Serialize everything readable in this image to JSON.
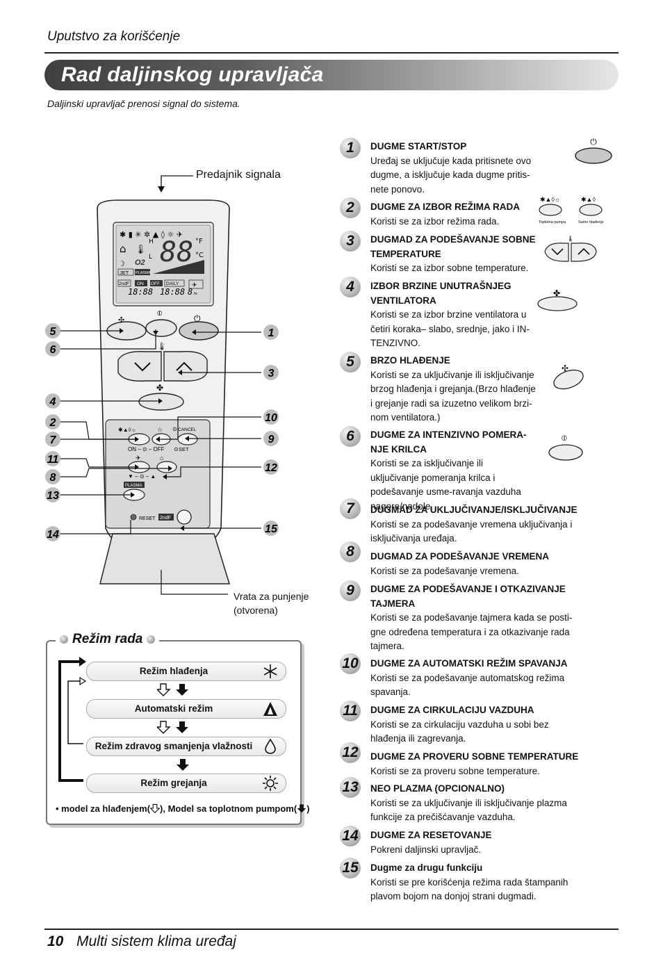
{
  "header": {
    "manual_title": "Uputstvo za korišćenje"
  },
  "title": "Rad daljinskog upravljača",
  "intro": "Daljinski upravljač prenosi signal do sistema.",
  "remote": {
    "transmitter_label": "Predajnik signala",
    "door_label_line1": "Vrata za punjenje",
    "door_label_line2": "(otvorena)",
    "callouts_left": [
      "5",
      "6",
      "4",
      "2",
      "7",
      "11",
      "8",
      "13",
      "14"
    ],
    "callouts_right": [
      "1",
      "3",
      "10",
      "9",
      "12",
      "15"
    ],
    "display": {
      "jet": "JET",
      "plasma": "PLASMA",
      "on": "ON",
      "off": "OFF",
      "daily": "DAILY",
      "digits": "88",
      "unit_f": "°F",
      "unit_c": "°C",
      "time_digits": "18:88",
      "hr": "hr.",
      "second_f": "2ndF",
      "h": "H",
      "l": "L",
      "o2": "O2"
    },
    "panel": {
      "cancel": "CANCEL",
      "set": "SET",
      "on_off": "ON – ⊙ – OFF",
      "plasma": "PLASMA",
      "reset": "RESET",
      "second_f": "2ndF"
    },
    "mode_icons_labels": [
      "Toplotna pumpa",
      "Samo hlađenje"
    ]
  },
  "mode_box": {
    "title": "Režim rada",
    "modes": [
      {
        "label": "Režim hlađenja",
        "icon": "snowflake-icon"
      },
      {
        "label": "Automatski režim",
        "icon": "auto-mode-icon"
      },
      {
        "label": "Režim zdravog smanjenja vlažnosti",
        "icon": "droplet-icon"
      },
      {
        "label": "Režim grejanja",
        "icon": "sun-icon"
      }
    ],
    "note_prefix": "• model za hlađenjem(",
    "note_middle": "), Model sa toplotnom pumpom(",
    "note_suffix": ")"
  },
  "buttons": [
    {
      "num": "1",
      "heading": "DUGME START/STOP",
      "body": "Uređaj se uključuje kada pritisnete ovo dugme, a isključuje kada dugme pritis-nete ponovo."
    },
    {
      "num": "2",
      "heading": "DUGME ZA IZBOR REŽIMA RADA",
      "body": "Koristi se za izbor režima rada."
    },
    {
      "num": "3",
      "heading": "DUGMAD ZA PODEŠAVANJE SOBNE TEMPERATURE",
      "body": "Koristi se za izbor sobne temperature."
    },
    {
      "num": "4",
      "heading": "IZBOR BRZINE UNUTRAŠNJEG VENTILATORA",
      "body": "Koristi se za izbor brzine ventilatora u četiri koraka– slabo, srednje, jako i IN-TENZIVNO."
    },
    {
      "num": "5",
      "heading": "BRZO HLAĐENJE",
      "body": "Koristi se za uključivanje ili isključivanje brzog hlađenja i grejanja.(Brzo hlađenje i grejanje radi sa izuzetno velikom brzi-nom ventilatora.)"
    },
    {
      "num": "6",
      "heading": "DUGME ZA INTENZIVNO POMERA-NJE KRILCA",
      "body": "Koristi se za isključivanje ili uključivanje pomeranja krilca i podešavanje usme-ravanja vazduha nagore/nadole."
    },
    {
      "num": "7",
      "heading": "DUGMAD ZA UKLJUČIVANJE/ISKLJUČIVANJE",
      "body": "Koristi se za podešavanje vremena uključivanja i isključivanja uređaja."
    },
    {
      "num": "8",
      "heading": "DUGMAD ZA PODEŠAVANJE VREMENA",
      "body": "Koristi se za podešavanje vremena."
    },
    {
      "num": "9",
      "heading": "DUGME ZA PODEŠAVANJE I OTKAZIVANJE TAJMERA",
      "body": "Koristi se za podešavanje tajmera kada se posti-gne određena temperatura i za otkazivanje rada tajmera."
    },
    {
      "num": "10",
      "heading": "DUGME ZA AUTOMATSKI REŽIM SPAVANJA",
      "body": "Koristi se za podešavanje automatskog režima spavanja."
    },
    {
      "num": "11",
      "heading": "DUGME ZA CIRKULACIJU VAZDUHA",
      "body": "Koristi se za cirkulaciju vazduha u sobi bez hlađenja ili zagrevanja."
    },
    {
      "num": "12",
      "heading": "DUGME ZA PROVERU SOBNE TEMPERATURE",
      "body": "Koristi se za proveru sobne temperature."
    },
    {
      "num": "13",
      "heading": "NEO PLAZMA (OPCIONALNO)",
      "body": "Koristi se za uključivanje ili isključivanje plazma funkcije za prečišćavanje vazduha."
    },
    {
      "num": "14",
      "heading": "DUGME ZA RESETOVANJE",
      "body": "Pokreni daljinski upravljač."
    },
    {
      "num": "15",
      "heading": "Dugme za drugu funkciju",
      "body": "Koristi se pre korišćenja režima rada štampanih plavom bojom na donjoj strani dugmadi."
    }
  ],
  "footer": {
    "page_number": "10",
    "title": "Multi sistem klima uređaj"
  }
}
